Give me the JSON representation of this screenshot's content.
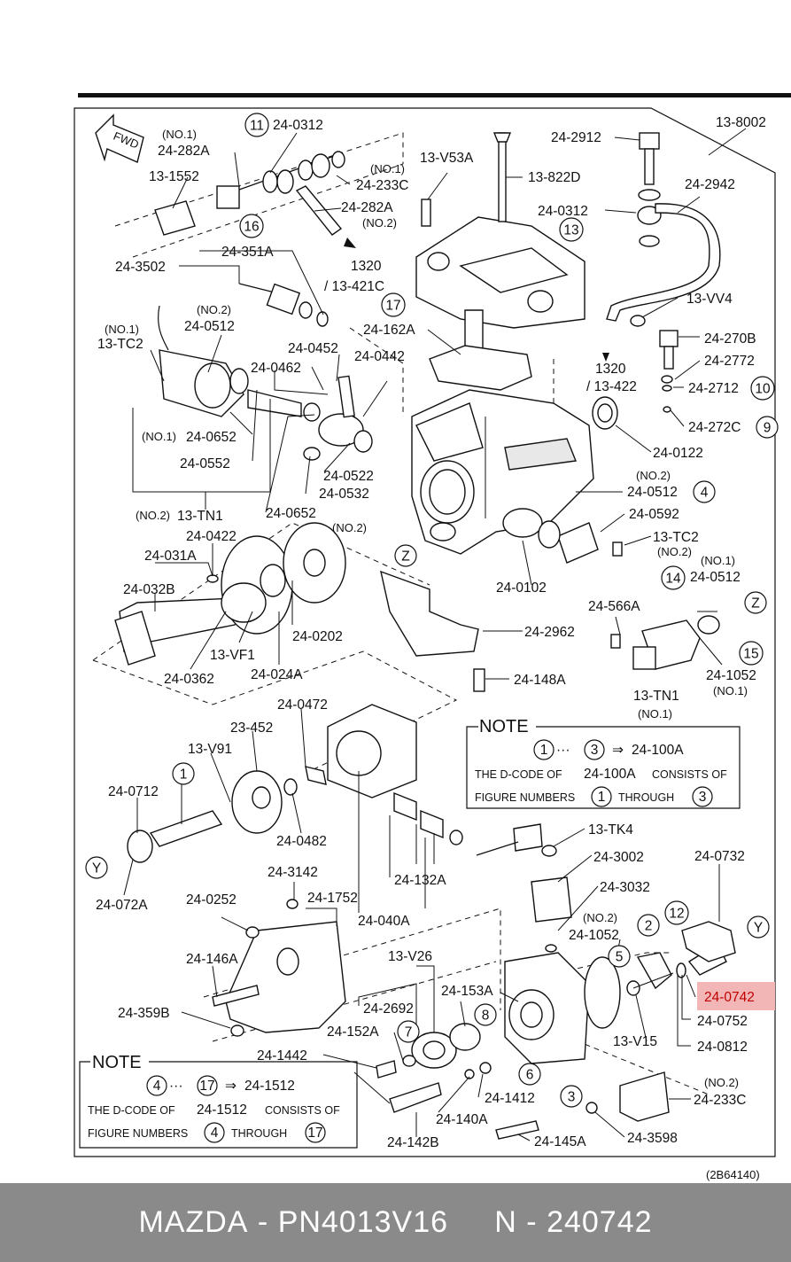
{
  "diagram_code": "(2B64140)",
  "fwd": "FWD",
  "footer": {
    "brand": "MAZDA",
    "part_number": "PN4013V16",
    "ref": "N - 240742",
    "sep": " - "
  },
  "highlight": {
    "label": "24-0742",
    "color": "#f2b6b6"
  },
  "note1": {
    "title": "NOTE",
    "range_from": "1",
    "range_to": "3",
    "arrow": "⇒",
    "code": "24-100A",
    "text_a": "THE D-CODE OF",
    "code2": "24-100A",
    "text_b": "CONSISTS OF",
    "text_c": "FIGURE NUMBERS",
    "text_d": "THROUGH"
  },
  "note2": {
    "title": "NOTE",
    "range_from": "4",
    "range_to": "17",
    "arrow": "⇒",
    "code": "24-1512",
    "text_a": "THE D-CODE OF",
    "code2": "24-1512",
    "text_b": "CONSISTS OF",
    "text_c": "FIGURE NUMBERS",
    "text_d": "THROUGH"
  },
  "ellipsis": "···",
  "labels": [
    {
      "t": "13-8002"
    },
    {
      "t": "24-2912"
    },
    {
      "t": "24-2942"
    },
    {
      "t": "24-0312"
    },
    {
      "t": "13-VV4"
    },
    {
      "t": "24-270B"
    },
    {
      "t": "24-2772"
    },
    {
      "t": "24-2712"
    },
    {
      "t": "24-272C"
    },
    {
      "t": "24-0122"
    },
    {
      "t": "24-0512"
    },
    {
      "t": "24-0592"
    },
    {
      "t": "13-TC2"
    },
    {
      "t": "24-0512"
    },
    {
      "t": "24-0102"
    },
    {
      "t": "24-566A"
    },
    {
      "t": "24-2962"
    },
    {
      "t": "24-1052"
    },
    {
      "t": "13-TN1"
    },
    {
      "t": "24-148A"
    },
    {
      "t": "24-0312"
    },
    {
      "t": "24-282A"
    },
    {
      "t": "13-1552"
    },
    {
      "t": "24-233C"
    },
    {
      "t": "13-V53A"
    },
    {
      "t": "13-822D"
    },
    {
      "t": "24-282A"
    },
    {
      "t": "24-3502"
    },
    {
      "t": "24-351A"
    },
    {
      "t": "1320"
    },
    {
      "t": "/ 13-421C"
    },
    {
      "t": "24-162A"
    },
    {
      "t": "1320"
    },
    {
      "t": "/ 13-422"
    },
    {
      "t": "13-TC2"
    },
    {
      "t": "24-0512"
    },
    {
      "t": "24-0452"
    },
    {
      "t": "24-0462"
    },
    {
      "t": "24-0442"
    },
    {
      "t": "24-0652"
    },
    {
      "t": "24-0552"
    },
    {
      "t": "24-0522"
    },
    {
      "t": "24-0532"
    },
    {
      "t": "24-0652"
    },
    {
      "t": "13-TN1"
    },
    {
      "t": "24-0422"
    },
    {
      "t": "24-031A"
    },
    {
      "t": "24-032B"
    },
    {
      "t": "24-0362"
    },
    {
      "t": "13-VF1"
    },
    {
      "t": "24-024A"
    },
    {
      "t": "24-0202"
    },
    {
      "t": "24-0472"
    },
    {
      "t": "23-452"
    },
    {
      "t": "13-V91"
    },
    {
      "t": "24-0712"
    },
    {
      "t": "24-072A"
    },
    {
      "t": "24-0482"
    },
    {
      "t": "24-132A"
    },
    {
      "t": "24-040A"
    },
    {
      "t": "13-TK4"
    },
    {
      "t": "24-3002"
    },
    {
      "t": "24-3032"
    },
    {
      "t": "24-0732"
    },
    {
      "t": "24-3142"
    },
    {
      "t": "24-0252"
    },
    {
      "t": "24-1752"
    },
    {
      "t": "24-146A"
    },
    {
      "t": "24-359B"
    },
    {
      "t": "13-V26"
    },
    {
      "t": "24-2692"
    },
    {
      "t": "24-153A"
    },
    {
      "t": "24-152A"
    },
    {
      "t": "24-1052"
    },
    {
      "t": "13-V15"
    },
    {
      "t": "24-0752"
    },
    {
      "t": "24-0812"
    },
    {
      "t": "24-1442"
    },
    {
      "t": "24-1412"
    },
    {
      "t": "24-140A"
    },
    {
      "t": "24-142B"
    },
    {
      "t": "24-145A"
    },
    {
      "t": "24-3598"
    },
    {
      "t": "24-233C"
    }
  ],
  "small_labels": [
    {
      "t": "(NO.1)"
    },
    {
      "t": "(NO.1)"
    },
    {
      "t": "(NO.2)"
    },
    {
      "t": "(NO.1)"
    },
    {
      "t": "(NO.2)"
    },
    {
      "t": "(NO.1)"
    },
    {
      "t": "(NO.2)"
    },
    {
      "t": "(NO.2)"
    },
    {
      "t": "(NO.2)"
    },
    {
      "t": "(NO.2)"
    },
    {
      "t": "(NO.1)"
    },
    {
      "t": "(NO.1)"
    },
    {
      "t": "(NO.1)"
    },
    {
      "t": "(NO.2)"
    },
    {
      "t": "(NO.2)"
    }
  ],
  "callouts": [
    {
      "t": "11"
    },
    {
      "t": "16"
    },
    {
      "t": "17"
    },
    {
      "t": "13"
    },
    {
      "t": "10"
    },
    {
      "t": "9"
    },
    {
      "t": "4"
    },
    {
      "t": "14"
    },
    {
      "t": "15"
    },
    {
      "t": "Z"
    },
    {
      "t": "Z"
    },
    {
      "t": "1"
    },
    {
      "t": "Y"
    },
    {
      "t": "Y"
    },
    {
      "t": "12"
    },
    {
      "t": "2"
    },
    {
      "t": "5"
    },
    {
      "t": "7"
    },
    {
      "t": "8"
    },
    {
      "t": "6"
    },
    {
      "t": "3"
    }
  ]
}
